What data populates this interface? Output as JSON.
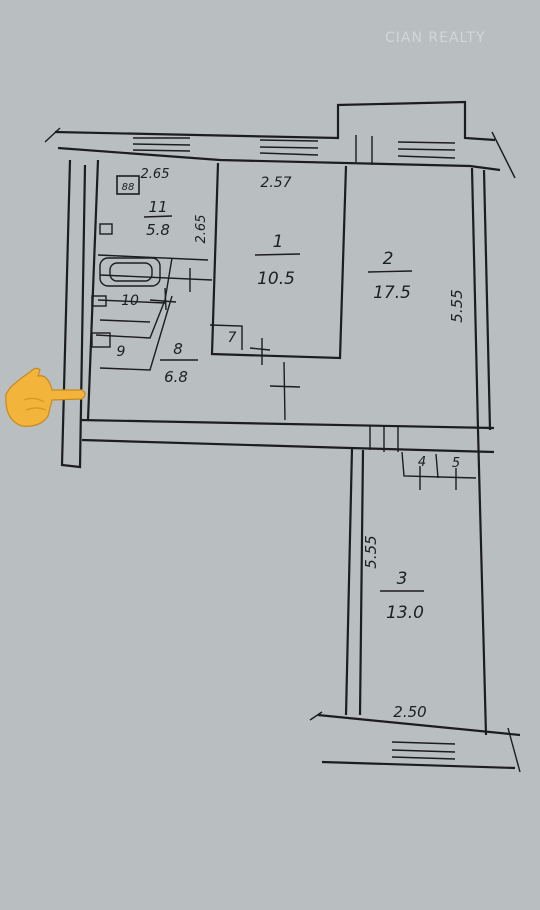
{
  "watermark": "CIAN REALTY",
  "rooms": [
    {
      "id": "room-1",
      "number": "1",
      "area": "10.5"
    },
    {
      "id": "room-2",
      "number": "2",
      "area": "17.5"
    },
    {
      "id": "room-3",
      "number": "3",
      "area": "13.0"
    },
    {
      "id": "room-4",
      "number": "4"
    },
    {
      "id": "room-5",
      "number": "5"
    },
    {
      "id": "room-7",
      "number": "7"
    },
    {
      "id": "room-8",
      "number": "8",
      "area": "6.8"
    },
    {
      "id": "room-9",
      "number": "9"
    },
    {
      "id": "room-10",
      "number": "10"
    },
    {
      "id": "room-11",
      "number": "11",
      "area": "5.8"
    }
  ],
  "dimensions": {
    "kitchen_width": "2.65",
    "kitchen_depth": "2.65",
    "room1_width": "2.57",
    "room2_depth": "5.55",
    "room3_depth": "5.55",
    "room3_width": "2.50"
  },
  "icons": {
    "stove": "88",
    "pointer": "pointing-hand-icon"
  }
}
